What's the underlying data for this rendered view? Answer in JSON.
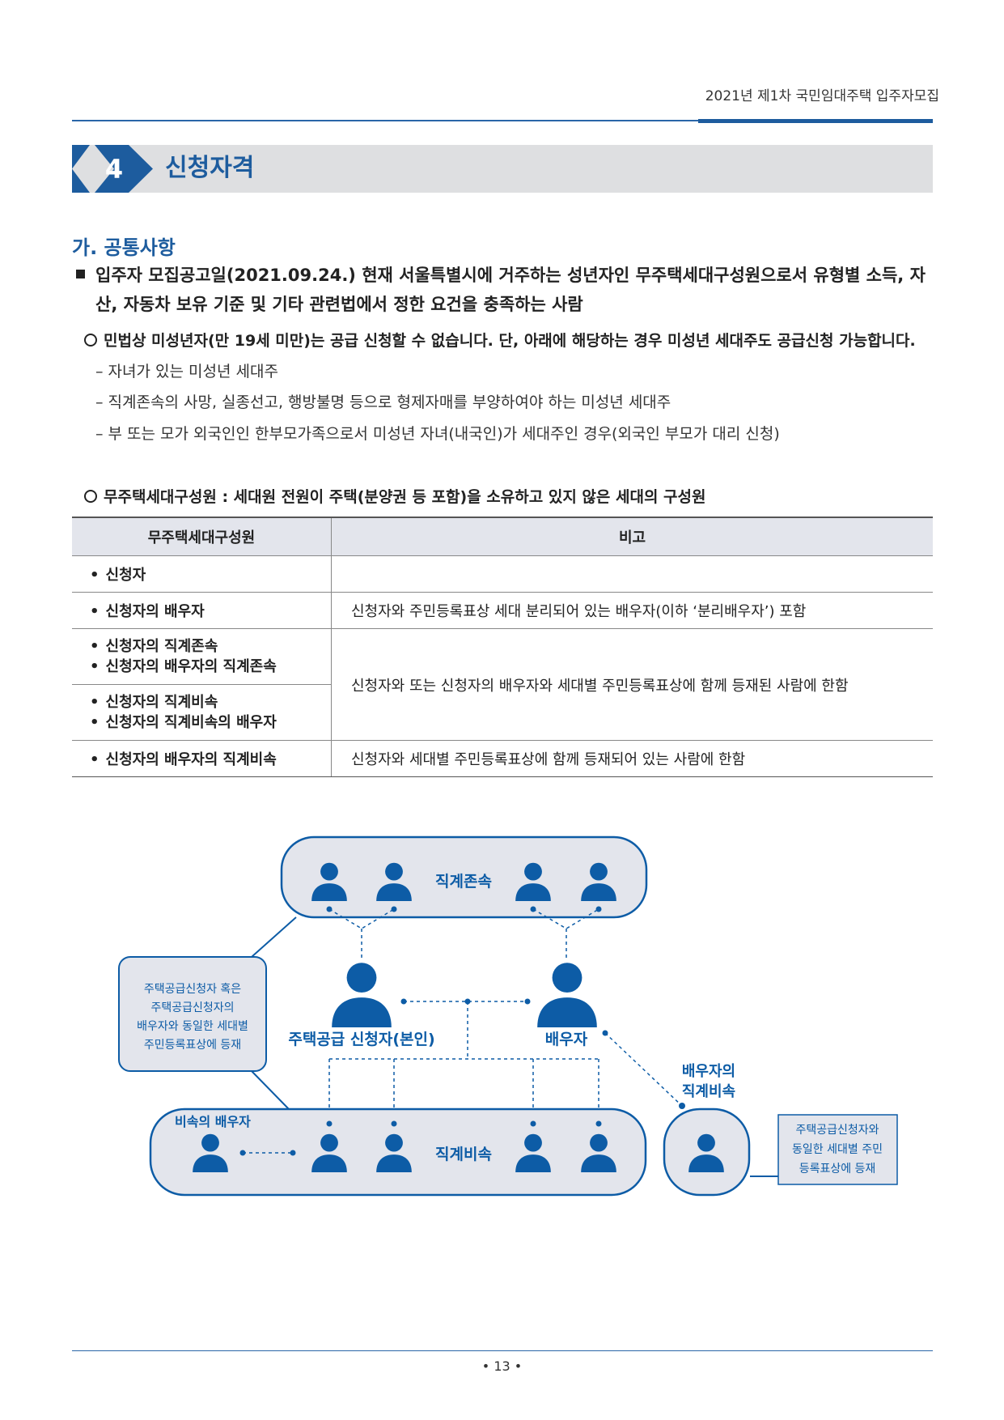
{
  "header": {
    "doc_title": "2021년 제1차 국민임대주택 입주자모집"
  },
  "section": {
    "number": "4",
    "title": "신청자격"
  },
  "subsection": {
    "title": "가. 공통사항"
  },
  "main_para": "입주자 모집공고일(2021.09.24.) 현재 서울특별시에 거주하는 성년자인 무주택세대구성원으로서 유형별 소득, 자산, 자동차 보유 기준 및 기타 관련법에서 정한 요건을 충족하는 사람",
  "minor_note": {
    "text": "민법상 미성년자(만 19세 미만)는 공급 신청할 수 없습니다. 단, 아래에 해당하는 경우 미성년 세대주도 공급신청 가능합니다.",
    "items": [
      "– 자녀가 있는 미성년 세대주",
      "– 직계존속의 사망, 실종선고, 행방불명 등으로 형제자매를 부양하여야 하는 미성년 세대주",
      "– 부 또는 모가 외국인인 한부모가족으로서 미성년 자녀(내국인)가 세대주인 경우(외국인 부모가 대리 신청)"
    ]
  },
  "household_note": "무주택세대구성원 : 세대원 전원이 주택(분양권 등 포함)을 소유하고 있지 않은 세대의 구성원",
  "table": {
    "headers": [
      "무주택세대구성원",
      "비고"
    ],
    "r1c1": "신청자",
    "r2c1": "신청자의 배우자",
    "r2c2": "신청자와 주민등록표상 세대 분리되어 있는 배우자(이하 ‘분리배우자’) 포함",
    "r3c1a": "신청자의 직계존속",
    "r3c1b": "신청자의 배우자의 직계존속",
    "r34c2": "신청자와 또는 신청자의 배우자와 세대별 주민등록표상에 함께 등재된 사람에 한함",
    "r4c1a": "신청자의 직계비속",
    "r4c1b": "신청자의 직계비속의 배우자",
    "r5c1": "신청자의 배우자의 직계비속",
    "r5c2": "신청자와 세대별 주민등록표상에 함께 등재되어 있는 사람에 한함",
    "bullet": "•"
  },
  "diagram": {
    "ancestors_label": "직계존속",
    "applicant_label": "주택공급 신청자(본인)",
    "spouse_label": "배우자",
    "descendants_label": "직계비속",
    "descendant_spouse_label": "비속의 배우자",
    "spouse_desc_label_1": "배우자의",
    "spouse_desc_label_2": "직계비속",
    "left_note": [
      "주택공급신청자 혹은",
      "주택공급신청자의",
      "배우자와 동일한 세대별",
      "주민등록표상에 등재"
    ],
    "right_note": [
      "주택공급신청자와",
      "동일한 세대별 주민",
      "등록표상에 등재"
    ],
    "accent_color": "#0d5ca6"
  },
  "footer": {
    "page": "• 13 •"
  }
}
